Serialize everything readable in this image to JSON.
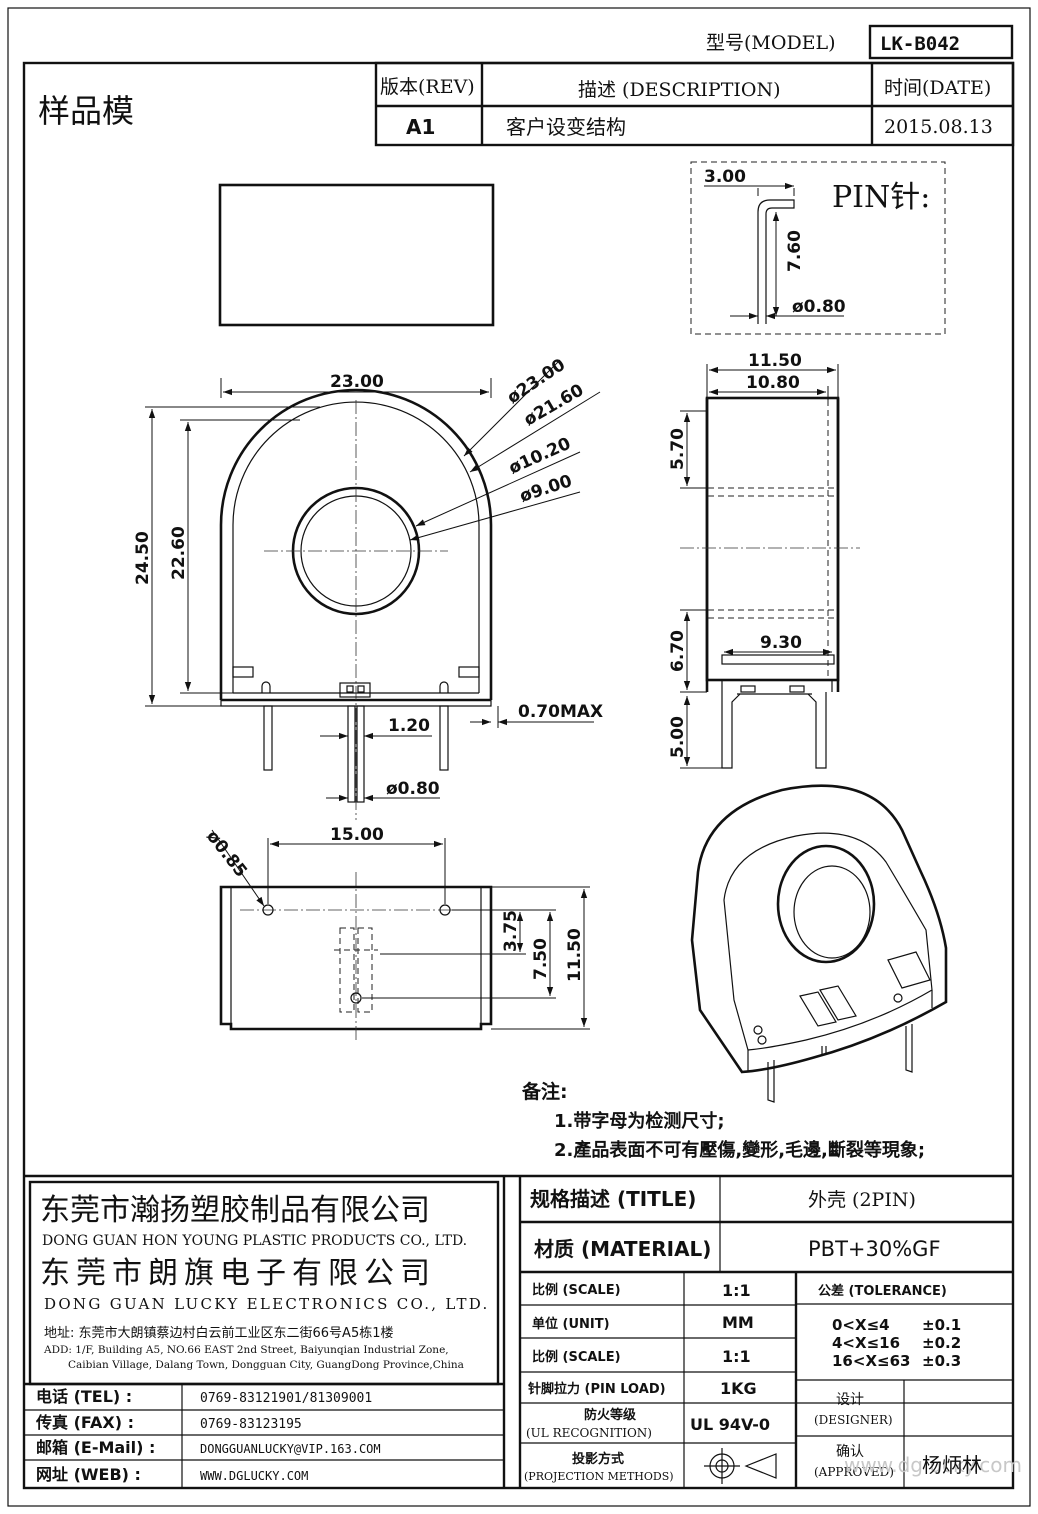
{
  "header": {
    "model_label": "型号(MODEL)",
    "model_value": "LK-B042",
    "sample_label": "样品模",
    "rev_label": "版本(REV)",
    "desc_label": "描述 (DESCRIPTION)",
    "date_label": "时间(DATE)",
    "rev_value": "A1",
    "desc_value": "客户设变结构",
    "date_value": "2015.08.13"
  },
  "pin_box": {
    "title": "PIN针:",
    "dim_width": "3.00",
    "dim_height": "7.60",
    "dim_dia": "ø0.80"
  },
  "front_view": {
    "width": "23.00",
    "d1": "ø23.00",
    "d2": "ø21.60",
    "d3": "ø10.20",
    "d4": "ø9.00",
    "height_total": "24.50",
    "height_inner": "22.60",
    "pin_gap": "1.20",
    "max_offset": "0.70MAX",
    "pin_dia": "ø0.80"
  },
  "side_view": {
    "w_outer": "11.50",
    "w_inner": "10.80",
    "h_top": "5.70",
    "h_bottom": "6.70",
    "w_slot": "9.30",
    "pin_len": "5.00"
  },
  "bottom_view": {
    "hole_dia": "ø0.85",
    "pitch": "15.00",
    "h1": "3.75",
    "h2": "7.50",
    "h3": "11.50"
  },
  "notes": {
    "title": "备注:",
    "items": [
      "1.带字母为检测尺寸;",
      "2.產品表面不可有壓傷,變形,毛邊,斷裂等現象;"
    ]
  },
  "company": {
    "name_cn_1": "东莞市瀚扬塑胶制品有限公司",
    "name_en_1": "DONG GUAN HON YOUNG PLASTIC PRODUCTS CO., LTD.",
    "name_cn_2": "东莞市朗旗电子有限公司",
    "name_en_2": "DONG GUAN LUCKY ELECTRONICS CO., LTD.",
    "addr_cn": "地址: 东莞市大朗镇蔡边村白云前工业区东二街66号A5栋1楼",
    "addr_en_1": "ADD: 1/F, Building A5, NO.66 EAST 2nd Street, Baiyunqian Industrial Zone,",
    "addr_en_2": "Caibian Village, Dalang Town, Dongguan City, GuangDong Province,China",
    "contacts": [
      {
        "label": "电话 (TEL) :",
        "value": "0769-83121901/81309001"
      },
      {
        "label": "传真 (FAX) :",
        "value": "0769-83123195"
      },
      {
        "label": "邮箱 (E-Mail) :",
        "value": "DONGGUANLUCKY@VIP.163.COM"
      },
      {
        "label": "网址 (WEB) :",
        "value": "WWW.DGLUCKY.COM"
      }
    ]
  },
  "spec": {
    "title_label": "规格描述 (TITLE)",
    "title_value": "外壳 (2PIN)",
    "material_label": "材质 (MATERIAL)",
    "material_value": "PBT+30%GF",
    "rows": [
      {
        "label": "比例 (SCALE)",
        "value": "1:1"
      },
      {
        "label": "单位 (UNIT)",
        "value": "MM"
      },
      {
        "label": "比例 (SCALE)",
        "value": "1:1"
      },
      {
        "label": "针脚拉力 (PIN LOAD)",
        "value": "1KG"
      }
    ],
    "ul_label_1": "防火等级",
    "ul_label_2": "(UL RECOGNITION)",
    "ul_value": "UL 94V-0",
    "proj_label_1": "投影方式",
    "proj_label_2": "(PROJECTION METHODS)",
    "tolerance_label": "公差 (TOLERANCE)",
    "tolerances": [
      {
        "range": "0<X≤4",
        "value": "±0.1"
      },
      {
        "range": "4<X≤16",
        "value": "±0.2"
      },
      {
        "range": "16<X≤63",
        "value": "±0.3"
      }
    ],
    "designer_label_1": "设计",
    "designer_label_2": "(DESIGNER)",
    "approved_label_1": "确认",
    "approved_label_2": "(APPROVED)",
    "approver_name": "杨炳林",
    "watermark": "www.dg ucky.com"
  }
}
